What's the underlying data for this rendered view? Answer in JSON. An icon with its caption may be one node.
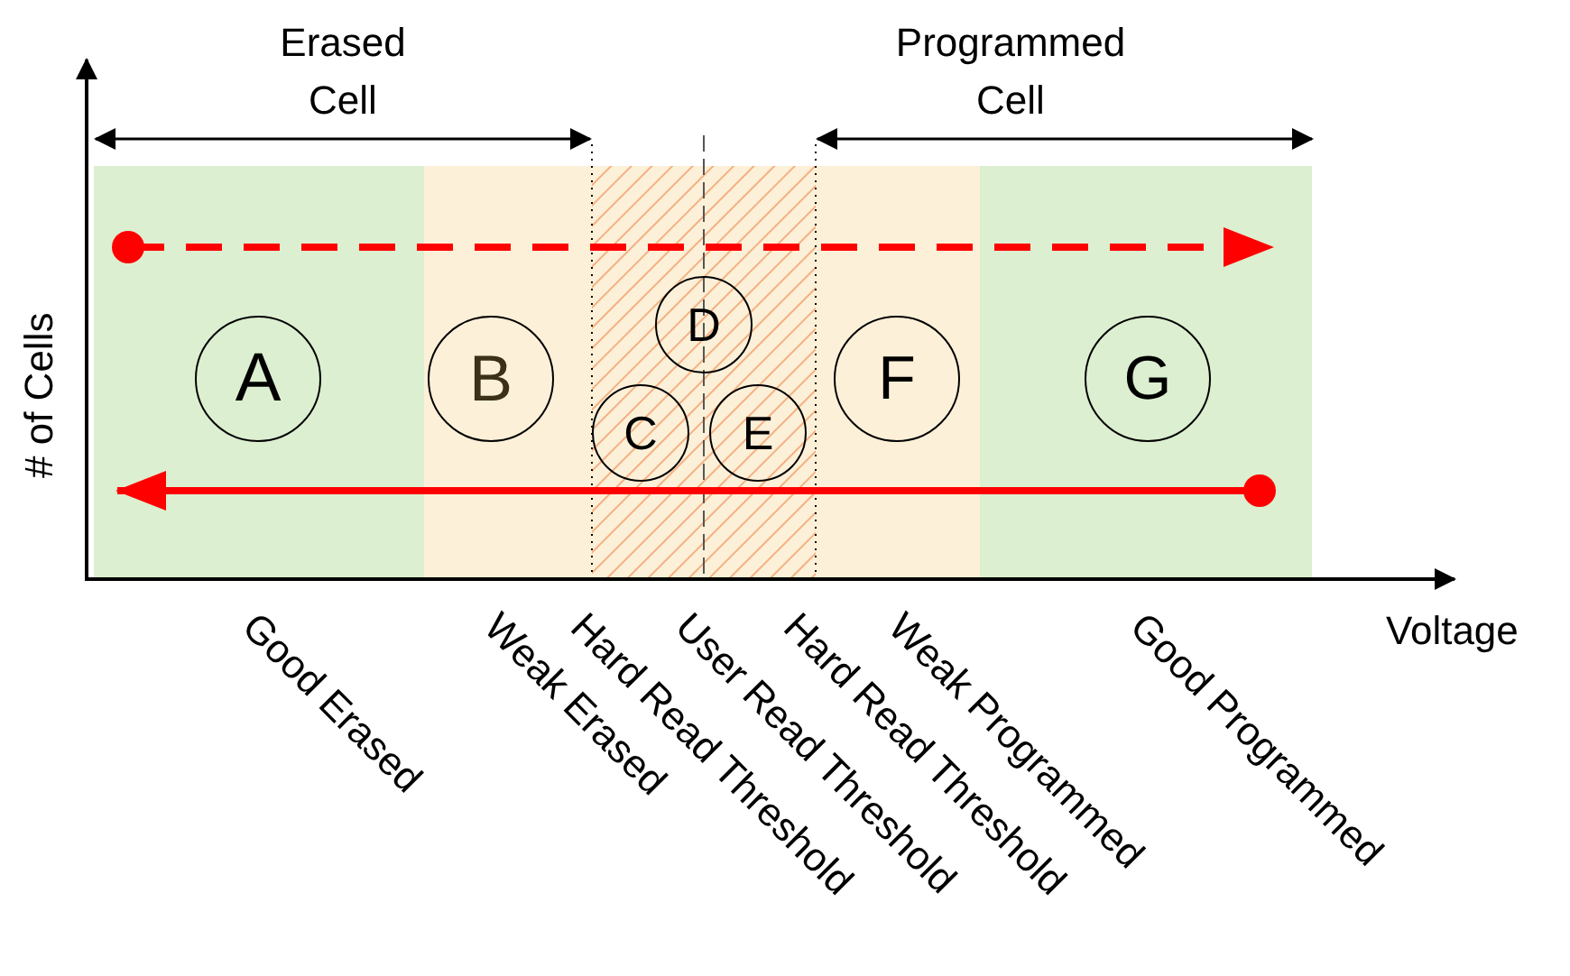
{
  "diagram": {
    "nodes": [
      {
        "text": [
          "A"
        ]
      },
      {
        "text": [
          "B"
        ]
      },
      {
        "text": [
          "C"
        ]
      },
      {
        "text": [
          "D"
        ]
      },
      {
        "text": [
          "E"
        ]
      },
      {
        "text": [
          "F"
        ]
      },
      {
        "text": [
          "G"
        ]
      }
    ],
    "edges": [],
    "labels": [
      "Erased Cell",
      "Programmed Cell",
      "# of Cells",
      "Voltage",
      "Good Erased",
      "Weak Erased",
      "Hard Read Threshold",
      "User Read Threshold",
      "Hard Read Threshold",
      "Weak Programmed",
      "Good Programmed"
    ]
  }
}
